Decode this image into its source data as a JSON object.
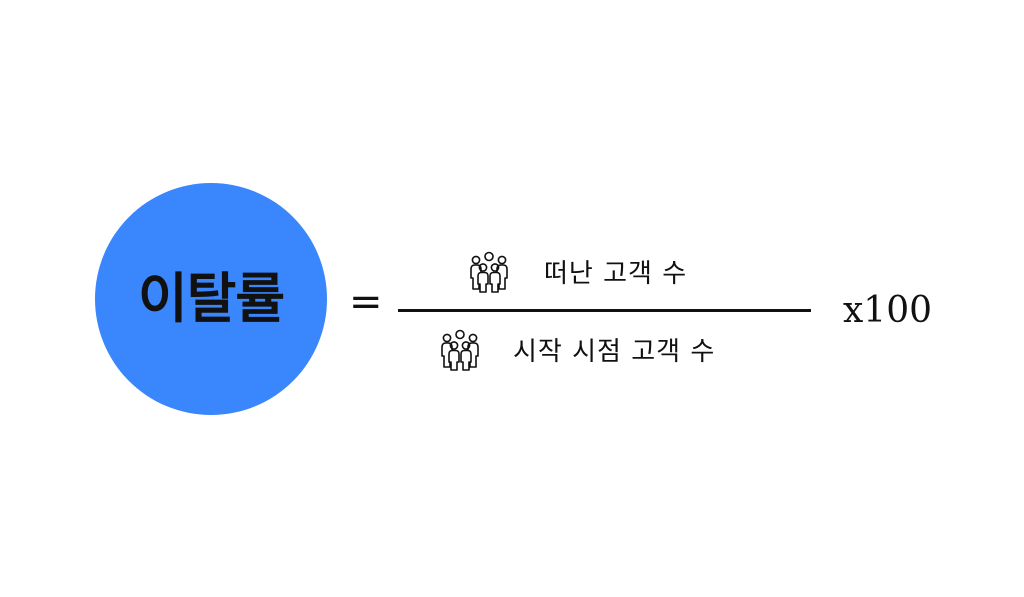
{
  "formula": {
    "subject": "이탈률",
    "equals": "=",
    "numerator": {
      "label": "떠난 고객 수",
      "icon": "people-group-icon"
    },
    "denominator": {
      "label": "시작 시점 고객 수",
      "icon": "people-group-icon"
    },
    "multiplier": "x100"
  },
  "colors": {
    "circle": "#3a86fc",
    "text": "#111111",
    "background": "#ffffff"
  }
}
